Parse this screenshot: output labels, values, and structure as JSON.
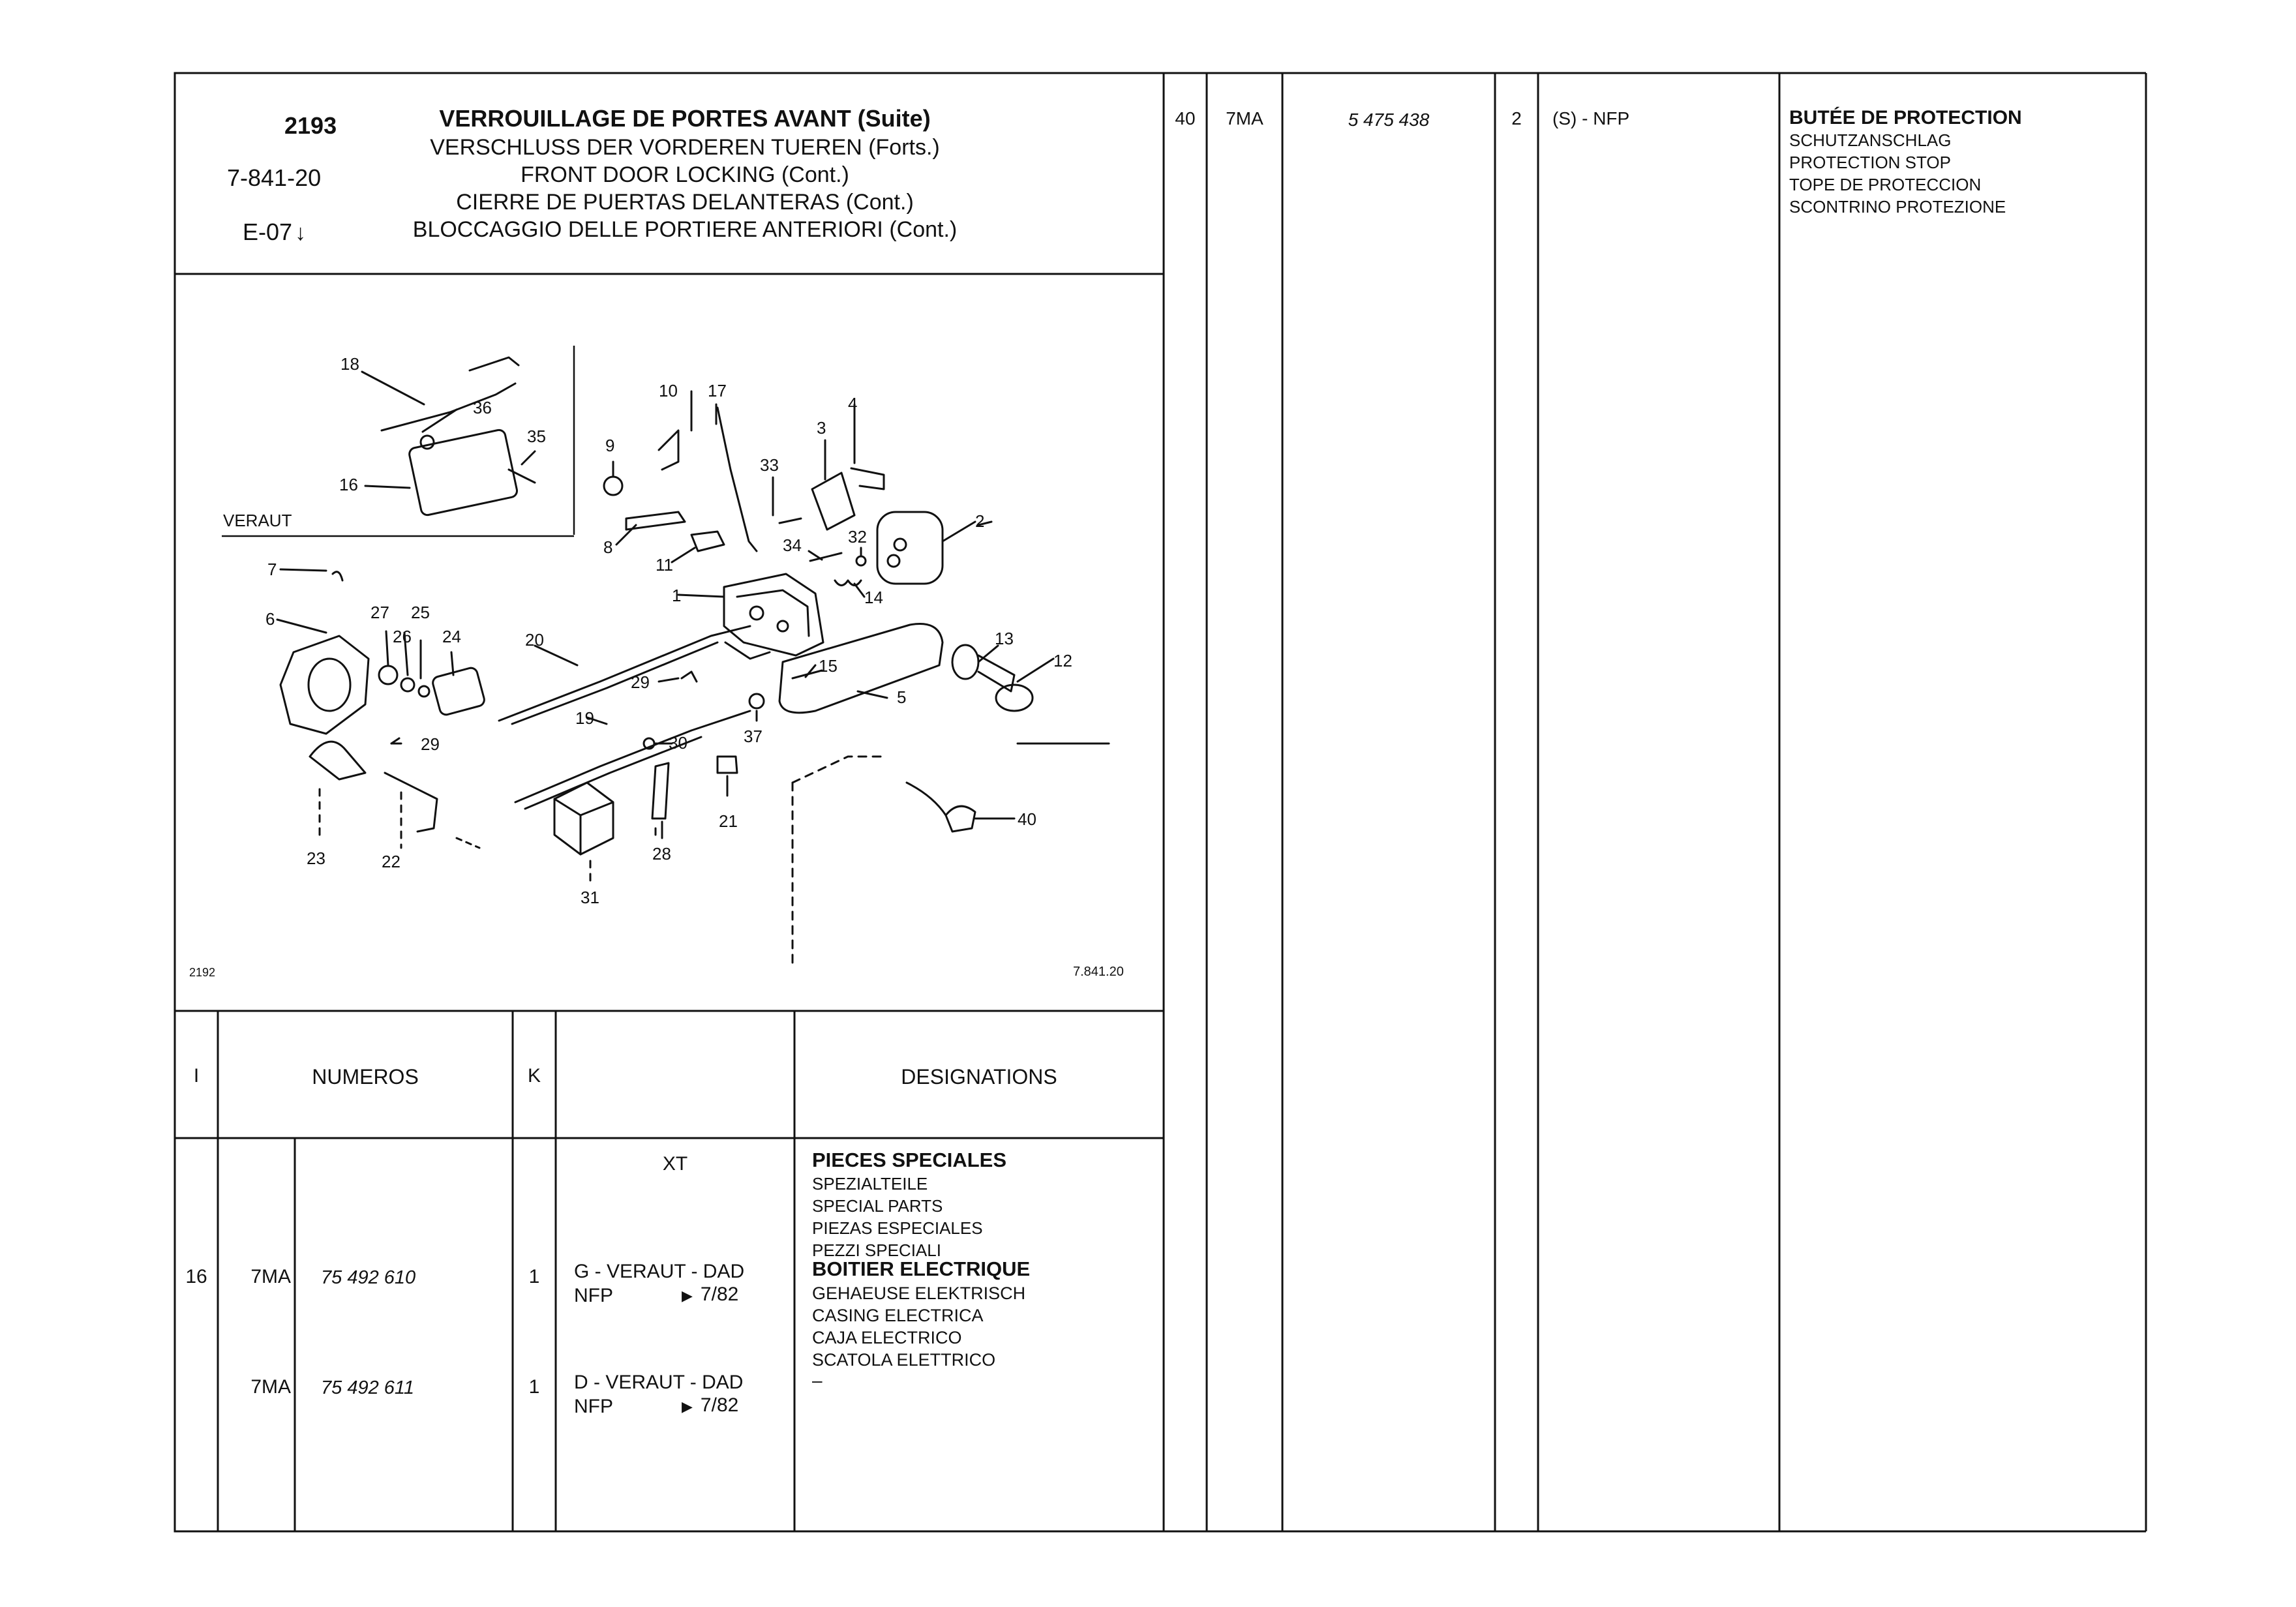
{
  "header": {
    "page": "2193",
    "code": "7-841-20",
    "edition": "E-07",
    "titles": [
      "VERROUILLAGE DE PORTES AVANT (Suite)",
      "VERSCHLUSS DER VORDEREN TUEREN (Forts.)",
      "FRONT DOOR LOCKING (Cont.)",
      "CIERRE DE PUERTAS DELANTERAS (Cont.)",
      "BLOCCAGGIO DELLE PORTIERE ANTERIORI (Cont.)"
    ]
  },
  "diagram": {
    "inset_label": "VERAUT",
    "ref_left": "2192",
    "ref_right": "7.841.20",
    "callouts": [
      "1",
      "2",
      "3",
      "4",
      "5",
      "6",
      "7",
      "8",
      "9",
      "10",
      "11",
      "12",
      "13",
      "14",
      "15",
      "16",
      "17",
      "18",
      "19",
      "20",
      "21",
      "22",
      "23",
      "24",
      "25",
      "26",
      "27",
      "28",
      "29",
      "29",
      "30",
      "31",
      "32",
      "33",
      "34",
      "35",
      "36",
      "37",
      "40"
    ]
  },
  "table_header": {
    "col_i": "I",
    "numeros": "NUMEROS",
    "k": "K",
    "designations": "DESIGNATIONS"
  },
  "section": {
    "model": "XT",
    "title": "PIECES SPECIALES",
    "translations": [
      "SPEZIALTEILE",
      "SPECIAL PARTS",
      "PIEZAS ESPECIALES",
      "PEZZI SPECIALI"
    ]
  },
  "rows": [
    {
      "index": "16",
      "prefix": "7MA",
      "number": "75 492 610",
      "qty": "1",
      "application": "G - VERAUT - DAD",
      "note": "NFP",
      "date": "7/82",
      "designation": "BOITIER ELECTRIQUE",
      "designation_translations": [
        "GEHAEUSE ELEKTRISCH",
        "CASING ELECTRICA",
        "CAJA ELECTRICO",
        "SCATOLA ELETTRICO"
      ]
    },
    {
      "index": "",
      "prefix": "7MA",
      "number": "75 492 611",
      "qty": "1",
      "application": "D - VERAUT - DAD",
      "note": "NFP",
      "date": "7/82",
      "designation": "–",
      "designation_translations": []
    }
  ],
  "right_row": {
    "index": "40",
    "prefix": "7MA",
    "number": "5 475 438",
    "qty": "2",
    "application": "(S) - NFP",
    "designation": "BUTÉE DE PROTECTION",
    "designation_translations": [
      "SCHUTZANSCHLAG",
      "PROTECTION STOP",
      "TOPE DE PROTECCION",
      "SCONTRINO PROTEZIONE"
    ]
  }
}
